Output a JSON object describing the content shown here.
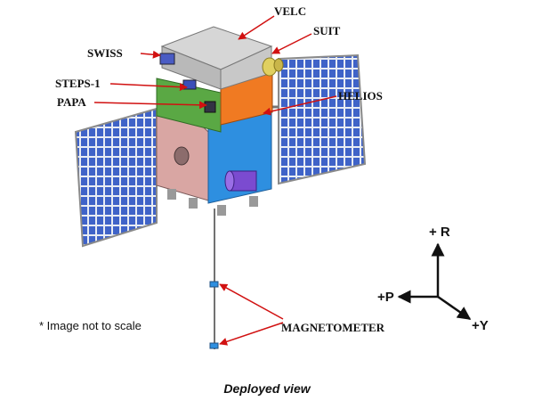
{
  "labels": {
    "velc": "VELC",
    "suit": "SUIT",
    "swiss": "SWISS",
    "steps1": "STEPS-1",
    "papa": "PAPA",
    "helios": "HELIOS",
    "magnetometer": "MAGNETOMETER"
  },
  "axes": {
    "r": "+ R",
    "p": "+P",
    "y": "+Y"
  },
  "note": "* Image not to scale",
  "caption": "Deployed view",
  "colors": {
    "solar_cell": "#3f63c8",
    "solar_frame": "#8a8a8a",
    "bus_blue": "#2e8fe0",
    "bus_pink": "#d9a6a3",
    "orange_panel": "#f07a22",
    "green_panel": "#5aa844",
    "top_deck": "#d6d6d6",
    "cylinder": "#7b4bd0",
    "leader_line": "#d11111"
  }
}
